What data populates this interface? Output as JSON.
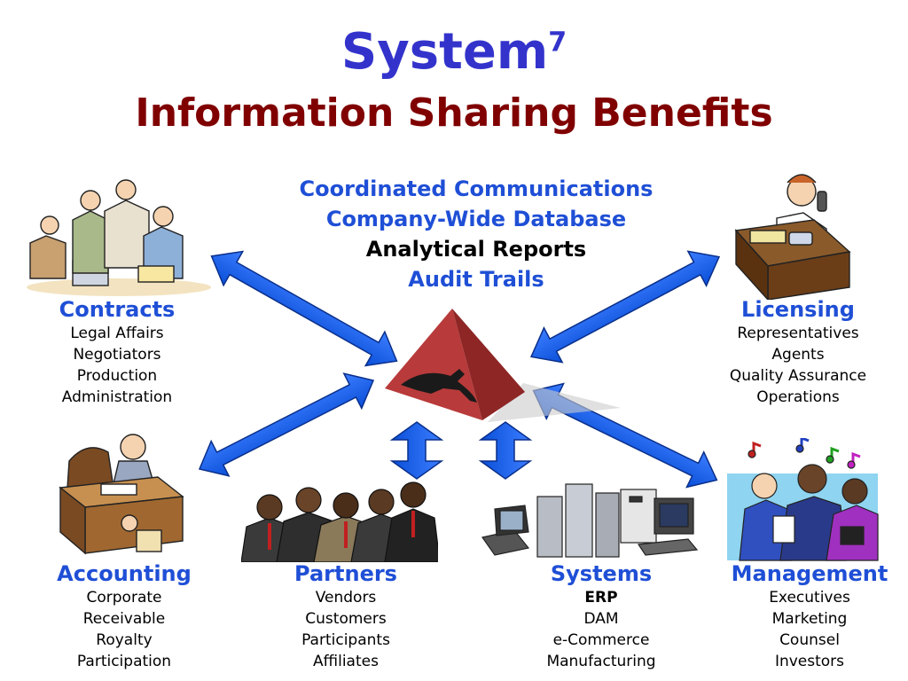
{
  "title": {
    "main": "System",
    "sup": "7",
    "subtitle": "Information Sharing Benefits"
  },
  "colors": {
    "blue": "#1f4fd6",
    "title_blue": "#3333cc",
    "dark_red": "#800000",
    "arrow": "#1060ee"
  },
  "center_features": [
    {
      "text": "Coordinated Communications",
      "color": "#1f4fd6"
    },
    {
      "text": "Company-Wide Database",
      "color": "#1f4fd6"
    },
    {
      "text": "Analytical Reports",
      "color": "#000000"
    },
    {
      "text": "Audit Trails",
      "color": "#1f4fd6"
    }
  ],
  "groups": {
    "contracts": {
      "title": "Contracts",
      "items": [
        "Legal Affairs",
        "Negotiators",
        "Production",
        "Administration"
      ]
    },
    "licensing": {
      "title": "Licensing",
      "items": [
        "Representatives",
        "Agents",
        "Quality Assurance",
        "Operations"
      ]
    },
    "accounting": {
      "title": "Accounting",
      "items": [
        "Corporate",
        "Receivable",
        "Royalty",
        "Participation"
      ]
    },
    "partners": {
      "title": "Partners",
      "items": [
        "Vendors",
        "Customers",
        "Participants",
        "Affiliates"
      ]
    },
    "systems": {
      "title": "Systems",
      "items": [
        "ERP",
        "DAM",
        "e-Commerce",
        "Manufacturing"
      ]
    },
    "management": {
      "title": "Management",
      "items": [
        "Executives",
        "Marketing",
        "Counsel",
        "Investors"
      ]
    }
  },
  "icons": [
    "team-meeting-clipart",
    "phone-desk-clipart",
    "pyramid-logo",
    "accountant-desk-clipart",
    "business-group-clipart",
    "computer-equipment-clipart",
    "singing-managers-clipart"
  ]
}
